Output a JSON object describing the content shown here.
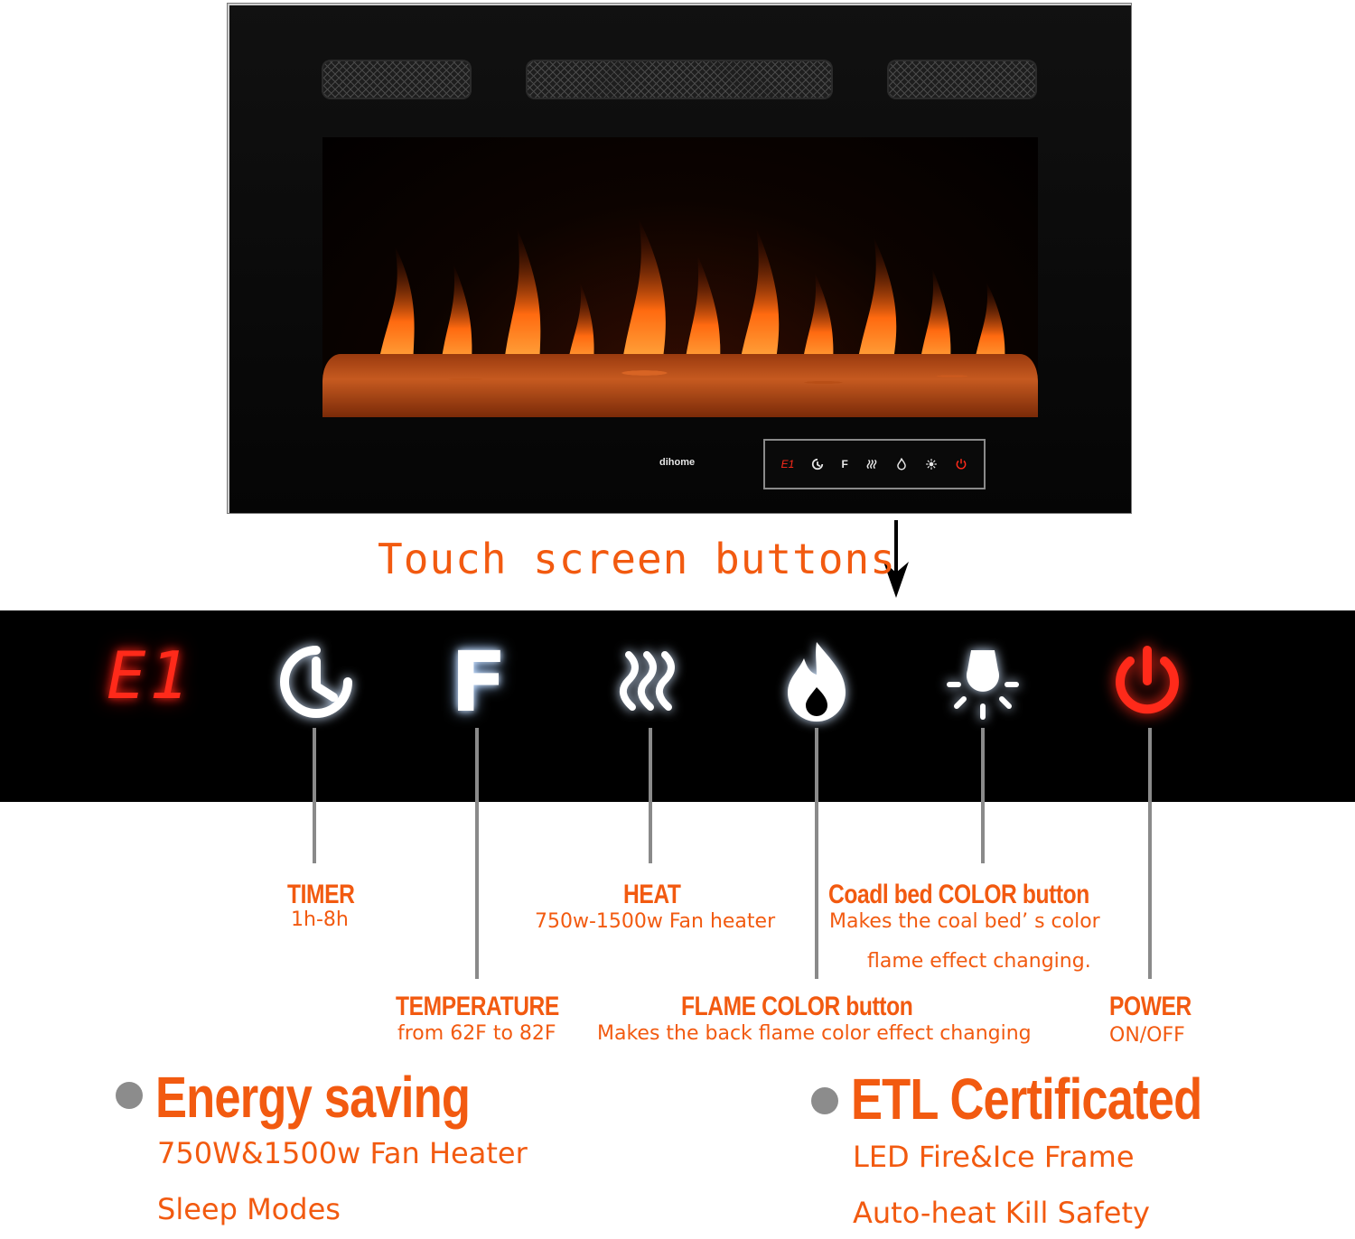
{
  "product": {
    "brand": "dihome",
    "mini_display": "E1",
    "mini_fan_letter": "F"
  },
  "headline": "Touch screen buttons",
  "panel": {
    "display": "E1",
    "fan_letter": "F"
  },
  "buttons": {
    "timer": {
      "title": "TIMER",
      "desc": "1h-8h"
    },
    "temperature": {
      "title": "TEMPERATURE",
      "desc": "from 62F to 82F"
    },
    "heat": {
      "title": "HEAT",
      "desc": "750w-1500w Fan heater"
    },
    "flame_color": {
      "title": "FLAME COLOR button",
      "desc": "Makes the back  flame  color effect changing"
    },
    "coal_bed": {
      "title": "Coadl bed COLOR button",
      "desc1": "Makes the coal bed’ s color",
      "desc2": "flame effect changing."
    },
    "power": {
      "title": "POWER",
      "desc": "ON/OFF"
    }
  },
  "features": {
    "left": {
      "title": "Energy saving",
      "items": [
        "750W&1500w Fan Heater",
        "Sleep Modes"
      ]
    },
    "right": {
      "title": "ETL Certificated",
      "items": [
        "LED Fire&Ice Frame",
        "Auto-heat Kill Safety"
      ]
    }
  },
  "colors": {
    "accent": "#f25a10",
    "display_red": "#ff2a1a",
    "icon_white": "#ffffff",
    "bullet_gray": "#8c8c8c"
  }
}
